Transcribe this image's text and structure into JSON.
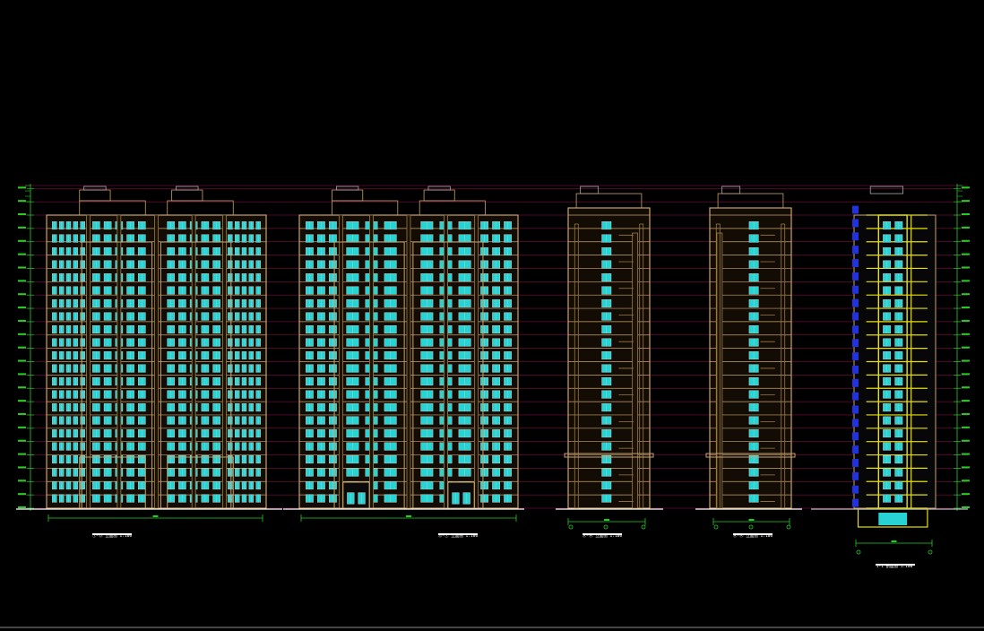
{
  "diagram": {
    "type": "architectural-elevation-drawing",
    "background": "#000000",
    "colors": {
      "outline": "#c8a36a",
      "frame": "#a07a3c",
      "glass": "#27d3d3",
      "window_frame": "#d8d8d8",
      "floor_line": "#9a1050",
      "dimension": "#22d022",
      "section_yellow": "#e8e000",
      "section_blue": "#2233dd",
      "caption": "#ffffff",
      "frame_border": "#8a8a8a"
    },
    "elevations": [
      {
        "id": "front",
        "kind": "wide",
        "caption": "①-⑬ 立面图 1:100"
      },
      {
        "id": "rear",
        "kind": "wide-entrance",
        "caption": "⑬-① 立面图 1:100"
      },
      {
        "id": "side-left",
        "kind": "side",
        "caption": "Ⓐ-Ⓗ 立面图 1:100"
      },
      {
        "id": "side-right",
        "kind": "side",
        "caption": "Ⓗ-Ⓐ 立面图 1:100"
      },
      {
        "id": "section",
        "kind": "section",
        "caption": "1-1 剖面图 1:100"
      }
    ],
    "floors": 22
  }
}
